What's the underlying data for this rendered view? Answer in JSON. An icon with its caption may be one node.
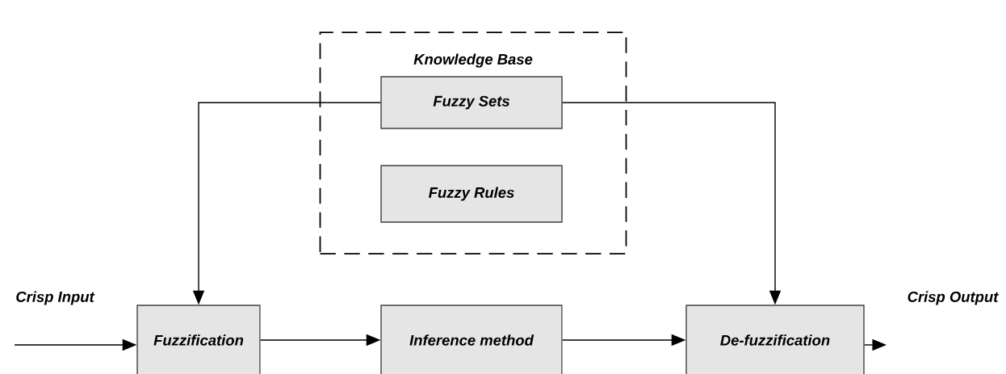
{
  "diagram": {
    "nodes": [
      {
        "text": [
          "Knowledge Base"
        ]
      },
      {
        "text": [
          "Fuzzy Sets"
        ],
        "in": 0
      },
      {
        "text": [
          "Fuzzy Rules"
        ],
        "in": 0
      },
      {
        "text": [
          "Fuzzification"
        ]
      },
      {
        "text": [
          "Inference method"
        ]
      },
      {
        "text": [
          "De-fuzzification"
        ]
      }
    ],
    "edges": [
      {
        "from": null,
        "to": 3,
        "arrow": "to",
        "label": "Crisp Input"
      },
      {
        "from": 1,
        "to": 3,
        "arrow": "to"
      },
      {
        "from": 1,
        "to": 5,
        "arrow": "to"
      },
      {
        "from": 3,
        "to": 4,
        "arrow": "to"
      },
      {
        "from": 4,
        "to": 5,
        "arrow": "to"
      },
      {
        "from": 5,
        "to": null,
        "arrow": "to",
        "label": "Crisp Output"
      }
    ]
  }
}
